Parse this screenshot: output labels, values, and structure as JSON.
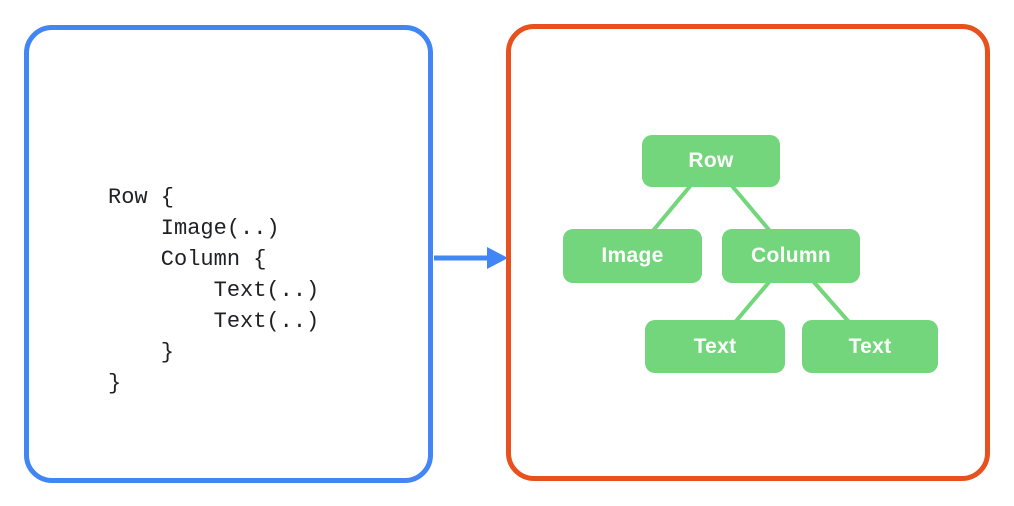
{
  "colors": {
    "page_bg": "#ffffff",
    "code_panel_border": "#4285f4",
    "tree_panel_border": "#e8511e",
    "arrow_blue": "#4285f4",
    "node_green": "#73d57c",
    "connector_green": "#74d67b",
    "node_text": "#fdfffd",
    "code_text": "#202124"
  },
  "left_panel": {
    "code_lines": [
      "Row {",
      "    Image(..)",
      "    Column {",
      "        Text(..)",
      "        Text(..)",
      "    }",
      "}"
    ]
  },
  "right_panel": {
    "tree_nodes": [
      {
        "label": "Row"
      },
      {
        "label": "Image"
      },
      {
        "label": "Column"
      },
      {
        "label": "Text"
      },
      {
        "label": "Text"
      }
    ]
  }
}
